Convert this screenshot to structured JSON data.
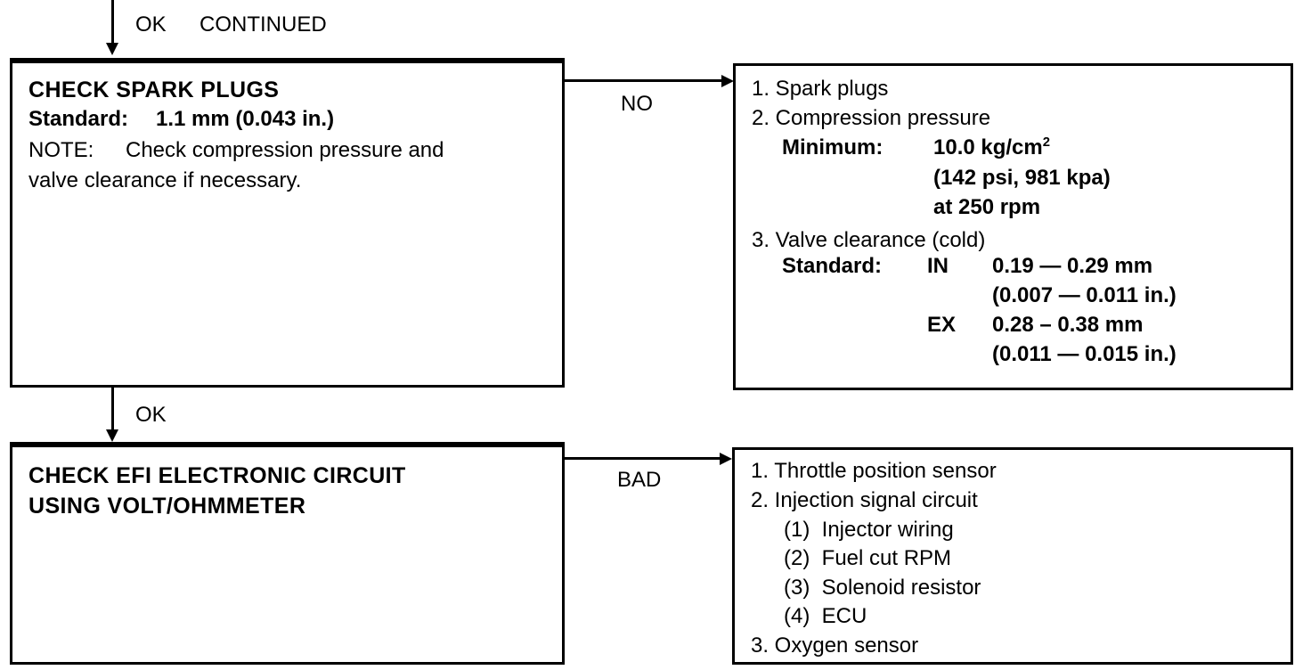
{
  "document": {
    "type": "troubleshooting-flowchart",
    "ink_color": "#000000",
    "background_color": "#ffffff"
  },
  "top_labels": {
    "ok": "OK",
    "continued": "CONTINUED"
  },
  "edges": [
    {
      "id": "edge-top-ok",
      "label": "OK",
      "direction": "down"
    },
    {
      "id": "edge-spark-no",
      "label": "NO",
      "direction": "right"
    },
    {
      "id": "edge-middle-ok",
      "label": "OK",
      "direction": "down"
    },
    {
      "id": "edge-efi-bad",
      "label": "BAD",
      "direction": "right"
    }
  ],
  "boxes": {
    "check_spark_plugs": {
      "title": "CHECK SPARK PLUGS",
      "standard_label": "Standard:",
      "standard_value": "1.1 mm (0.043 in.)",
      "note_label": "NOTE:",
      "note_line1": "Check compression pressure and",
      "note_line2": "valve clearance if necessary."
    },
    "spark_plug_remedy": {
      "item1": "1. Spark plugs",
      "item2": "2. Compression pressure",
      "minimum_label": "Minimum:",
      "minimum_value": "10.0 kg/cm",
      "minimum_superscript": "2",
      "minimum_alt": "(142 psi, 981 kpa)",
      "minimum_rpm": "at 250 rpm",
      "item3": "3. Valve clearance (cold)",
      "standard_label": "Standard:",
      "in_label": "IN",
      "in_mm": "0.19 — 0.29 mm",
      "in_in": "(0.007 — 0.011 in.)",
      "ex_label": "EX",
      "ex_mm": "0.28 – 0.38 mm",
      "ex_in": "(0.011 — 0.015 in.)"
    },
    "check_efi_circuit": {
      "title_line1": "CHECK EFI ELECTRONIC CIRCUIT",
      "title_line2": "USING VOLT/OHMMETER"
    },
    "efi_remedy": {
      "item1": "1. Throttle position sensor",
      "item2": "2. Injection signal circuit",
      "sub1": "(1)  Injector wiring",
      "sub2": "(2)  Fuel cut RPM",
      "sub3": "(3)  Solenoid resistor",
      "sub4": "(4)  ECU",
      "item3": "3. Oxygen sensor"
    }
  }
}
